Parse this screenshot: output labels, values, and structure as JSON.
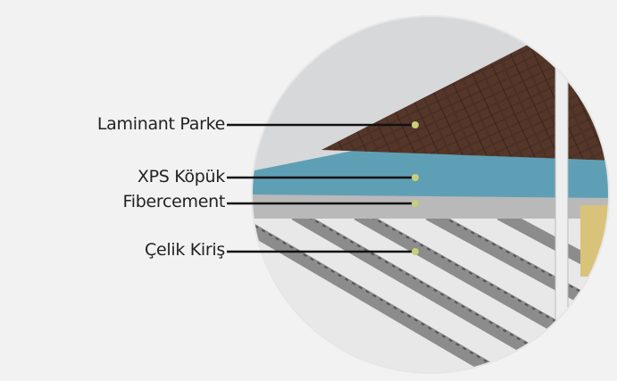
{
  "labels": [
    {
      "text": "Laminant Parke",
      "layer": "wood"
    },
    {
      "text": "XPS Köpük",
      "layer": "foam"
    },
    {
      "text": "Fibercement",
      "layer": "board"
    },
    {
      "text": "Çelik Kiriş",
      "layer": "steel"
    }
  ],
  "colors": {
    "wood": "#4a3026",
    "foam": "#5f9fb5",
    "board": "#b5b5b5",
    "steel": "#9a9a9a",
    "dot": "#c8cf7a"
  }
}
